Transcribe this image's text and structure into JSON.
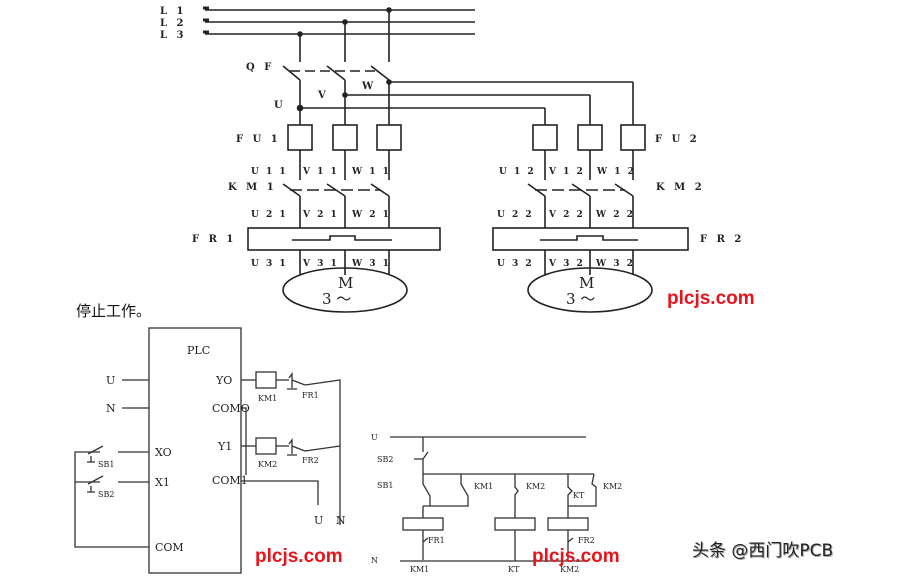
{
  "power_circuit": {
    "lines": [
      "L 1",
      "L 2",
      "L 3"
    ],
    "breaker": "Q F",
    "phases": [
      "U",
      "V",
      "W"
    ],
    "motor1": {
      "fuse": "F U 1",
      "fuse_out": [
        "U 1 1",
        "V 1 1",
        "W 1 1"
      ],
      "contactor": "K M 1",
      "contactor_out": [
        "U 2 1",
        "V 2 1",
        "W 2 1"
      ],
      "overload": "F R 1",
      "motor_terminals": [
        "U 3 1",
        "V 3 1",
        "W 3 1"
      ],
      "motor_symbol": "M",
      "motor_phase": "3 ～"
    },
    "motor2": {
      "fuse": "F U 2",
      "fuse_out": [
        "U 1 2",
        "V 1 2",
        "W 1 2"
      ],
      "contactor": "K M 2",
      "contactor_out": [
        "U 2 2",
        "V 2 2",
        "W 2 2"
      ],
      "overload": "F R 2",
      "motor_terminals": [
        "U 3 2",
        "V 3 2",
        "W 3 2"
      ],
      "motor_symbol": "M",
      "motor_phase": "3 ～"
    }
  },
  "caption": "停止工作。",
  "plc_wiring": {
    "title": "PLC",
    "inputs_left": [
      "U",
      "N"
    ],
    "input_terms": [
      "XO",
      "X1",
      "COM"
    ],
    "buttons": [
      "SB1",
      "SB2"
    ],
    "output_terms": [
      "YO",
      "COMO",
      "Y1",
      "COM1"
    ],
    "coils": [
      "KM1",
      "KM2"
    ],
    "overloads": [
      "FR1",
      "FR2"
    ],
    "supply": [
      "U",
      "N"
    ]
  },
  "relay_control": {
    "rail_top": "U",
    "rail_bottom": "N",
    "stop_button": "SB2",
    "start_button": "SB1",
    "contacts": [
      "KM1",
      "KM2",
      "KT",
      "KM2"
    ],
    "overloads": [
      "FR1",
      "FR2"
    ],
    "coils": [
      "KM1",
      "KT",
      "KM2"
    ]
  },
  "watermarks": [
    "plcjs.com",
    "plcjs.com",
    "plcjs.com"
  ],
  "credit": "头条 @西门吹PCB"
}
